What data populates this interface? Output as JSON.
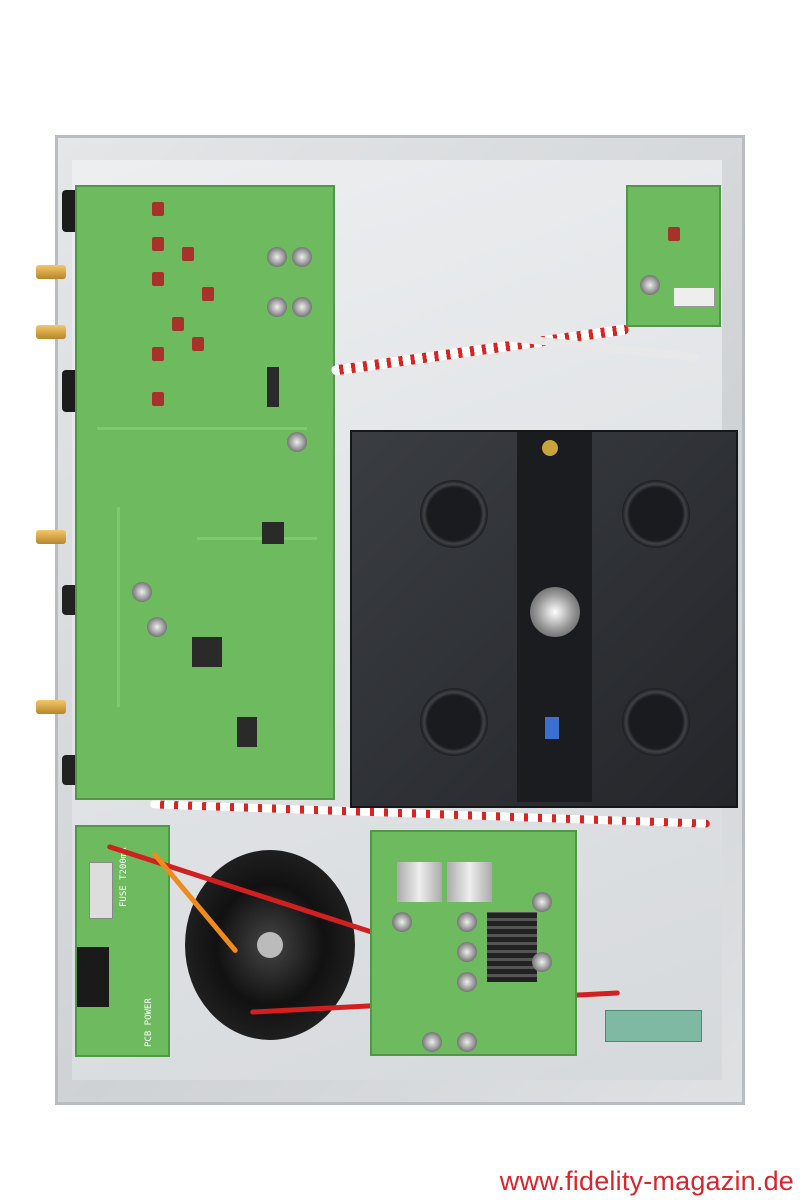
{
  "photo": {
    "pcb_labels": {
      "fuse": "FUSE T200mA",
      "power_board": "PCB POWER"
    }
  },
  "watermark": "www.fidelity-magazin.de",
  "colors": {
    "pcb_green": "#6dbb5e",
    "watermark_red": "#d9252b",
    "chassis_silver": "#d6d9dc",
    "mechanism_black": "#2a2c30"
  }
}
